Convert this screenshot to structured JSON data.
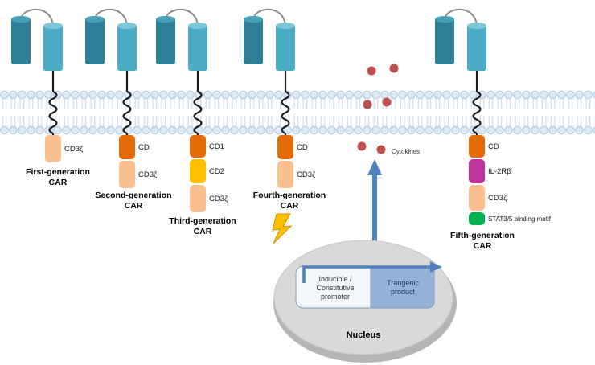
{
  "generations": [
    {
      "name_line1": "First-generation",
      "name_line2": "CAR",
      "domains": [
        {
          "label": "CD3ζ",
          "color": "#FAC090"
        }
      ]
    },
    {
      "name_line1": "Second-generation",
      "name_line2": "CAR",
      "domains": [
        {
          "label": "CD",
          "color": "#E36C09"
        },
        {
          "label": "CD3ζ",
          "color": "#FAC090"
        }
      ]
    },
    {
      "name_line1": "Third-generation",
      "name_line2": "CAR",
      "domains": [
        {
          "label": "CD1",
          "color": "#E36C09"
        },
        {
          "label": "CD2",
          "color": "#FFC000"
        },
        {
          "label": "CD3ζ",
          "color": "#FAC090"
        }
      ]
    },
    {
      "name_line1": "Fourth-generation",
      "name_line2": "CAR",
      "domains": [
        {
          "label": "CD",
          "color": "#E36C09"
        },
        {
          "label": "CD3ζ",
          "color": "#FAC090"
        }
      ]
    },
    {
      "name_line1": "Fifth-generation",
      "name_line2": "CAR",
      "domains": [
        {
          "label": "CD",
          "color": "#E36C09"
        },
        {
          "label": "IL-2Rβ",
          "color": "#C0339C"
        },
        {
          "label": "CD3ζ",
          "color": "#FAC090"
        },
        {
          "label": "STAT3/5 binding motif",
          "color": "#00B050"
        }
      ]
    }
  ],
  "cytokines": {
    "label": "Cytokines",
    "dot_color": "#C0504D"
  },
  "nucleus": {
    "title": "Nucleus",
    "promoter_line1": "Inducible /",
    "promoter_line2": "Constitutive",
    "promoter_line3": "promoter",
    "product_line1": "Trangenic",
    "product_line2": "product"
  },
  "colors": {
    "antibody_dark": "#2E7E96",
    "antibody_light": "#4BACC6",
    "arrow_blue": "#4F81BD",
    "bolt_yellow": "#FFC000",
    "nucleus_gray": "#D9D9D9",
    "product_fill": "#95B3D7"
  }
}
